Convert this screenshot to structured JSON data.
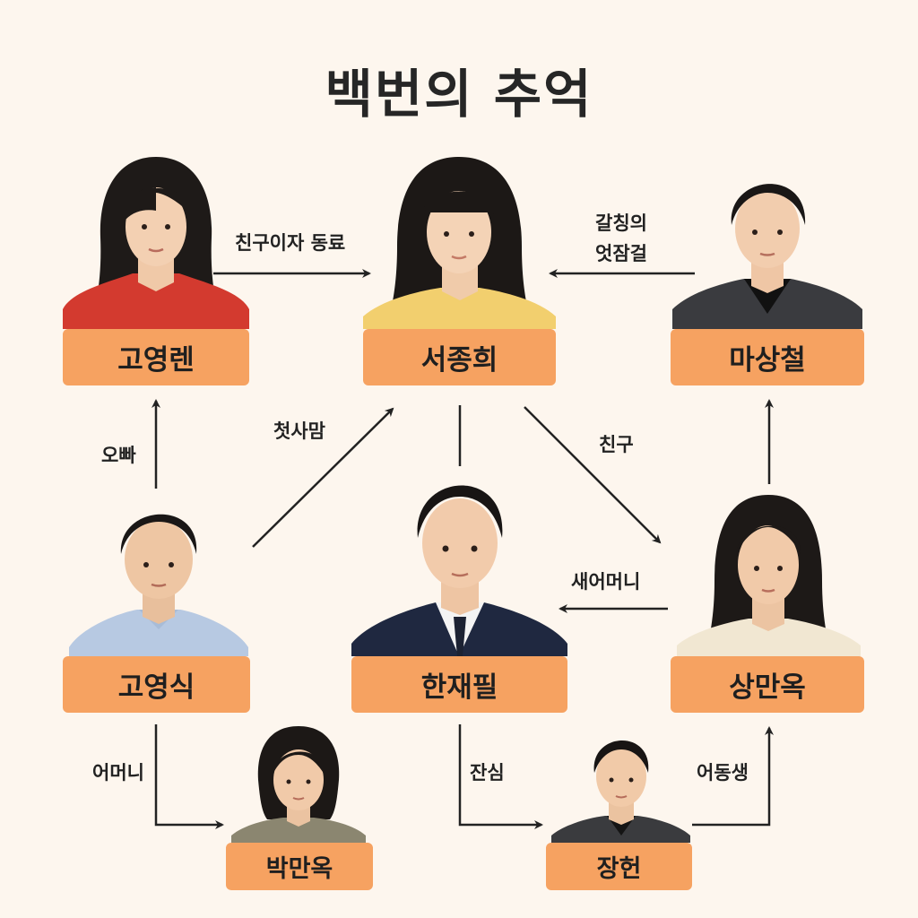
{
  "title": "백번의 추억",
  "people": {
    "goyoungrye": "고영렌",
    "seojonghui": "서종희",
    "masangchul": "마상철",
    "goyoungsik": "고영식",
    "hanjaepil": "한재필",
    "sangmanok": "상만옥",
    "parkmanok": "박만옥",
    "janghun": "장헌"
  },
  "relations": {
    "friend_and_colleague": "친구이자 동료",
    "unrequited_1": "갈칭의",
    "unrequited_2": "엇잠걸",
    "brother": "오빠",
    "first_love": "첫사맘",
    "friend": "친구",
    "stepmother": "새어머니",
    "mother": "어머니",
    "interest": "잔심",
    "younger_sibling": "어동생"
  },
  "colors": {
    "background": "#fdf6ee",
    "name_box": "#f6a261",
    "arrow": "#222222"
  }
}
